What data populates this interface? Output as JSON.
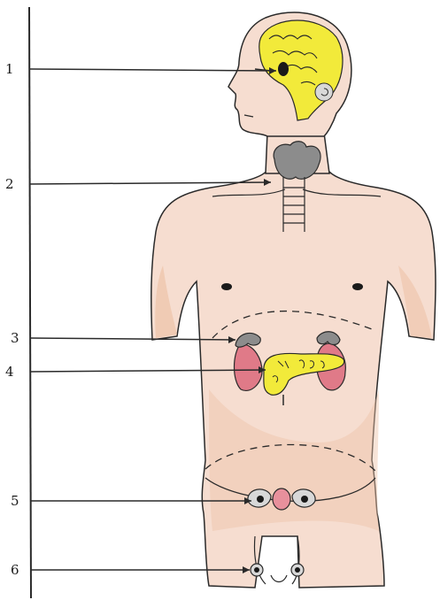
{
  "diagram": {
    "labels": [
      {
        "id": "1",
        "text": "1"
      },
      {
        "id": "2",
        "text": "2"
      },
      {
        "id": "3",
        "text": "3"
      },
      {
        "id": "4",
        "text": "4"
      },
      {
        "id": "5",
        "text": "5"
      },
      {
        "id": "6",
        "text": "6"
      }
    ],
    "colors": {
      "skin": "#f6ddd0",
      "skin_shadow": "#eec3a8",
      "outline": "#2a2a2a",
      "brain": "#f2ea3a",
      "pancreas": "#f2ea3a",
      "gland_gray": "#8c8c8c",
      "kidney": "#e07a88",
      "ovary_pink": "#e8909c",
      "paper": "#ffffff"
    }
  }
}
